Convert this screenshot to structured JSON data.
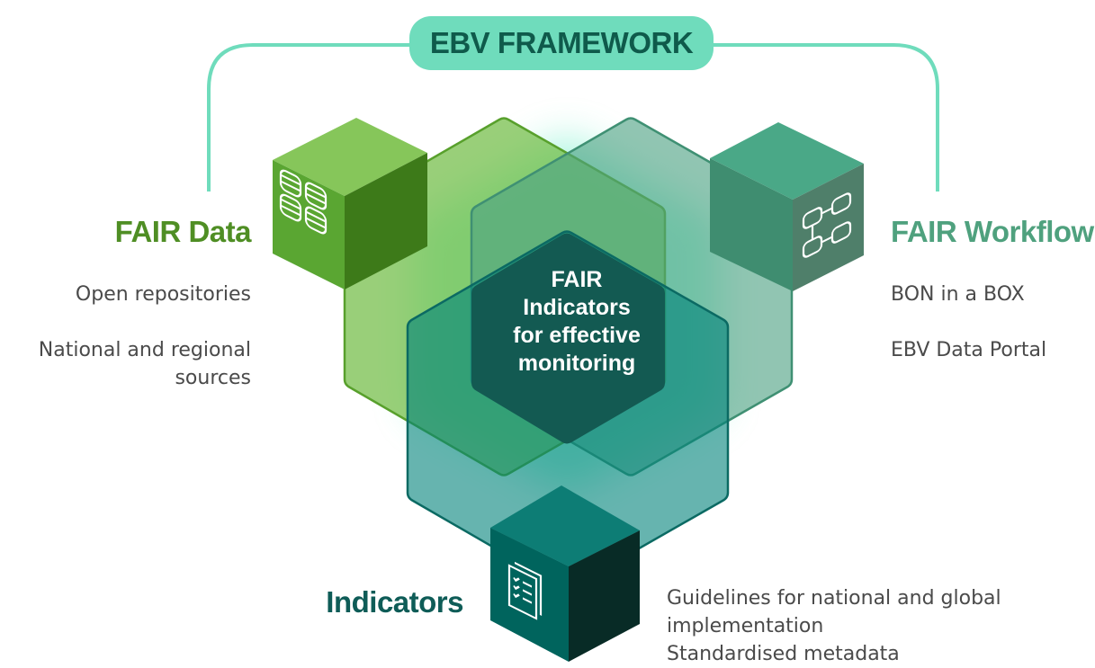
{
  "framework": {
    "title": "EBV FRAMEWORK"
  },
  "center": {
    "line1": "FAIR",
    "line2": "Indicators",
    "line3": "for effective",
    "line4": "monitoring"
  },
  "pillars": {
    "data": {
      "title": "FAIR Data",
      "items": [
        "Open repositories",
        "National and regional sources"
      ]
    },
    "workflows": {
      "title": "FAIR Workflows",
      "items": [
        "BON in a BOX",
        "EBV Data Portal"
      ]
    },
    "indicators": {
      "title": "Indicators",
      "items": [
        "Guidelines for national and global implementation",
        "Standardised metadata"
      ]
    }
  },
  "icons": {
    "data": "database-grid-icon",
    "workflows": "workflow-flowchart-icon",
    "indicators": "document-checklist-icon"
  },
  "colors": {
    "connector": "#6fdcbc",
    "title_pill": "#6fdcbc",
    "data_green": "#5aa632",
    "data_title": "#4f8e24",
    "workflow_teal": "#4ea283",
    "workflow_title": "#4fa17e",
    "indicator_teal": "#006e66",
    "indicator_title": "#0e5c57",
    "center_hex": "#135a52",
    "glow": "#7cf0cc",
    "body_text": "#4a4a4a"
  }
}
